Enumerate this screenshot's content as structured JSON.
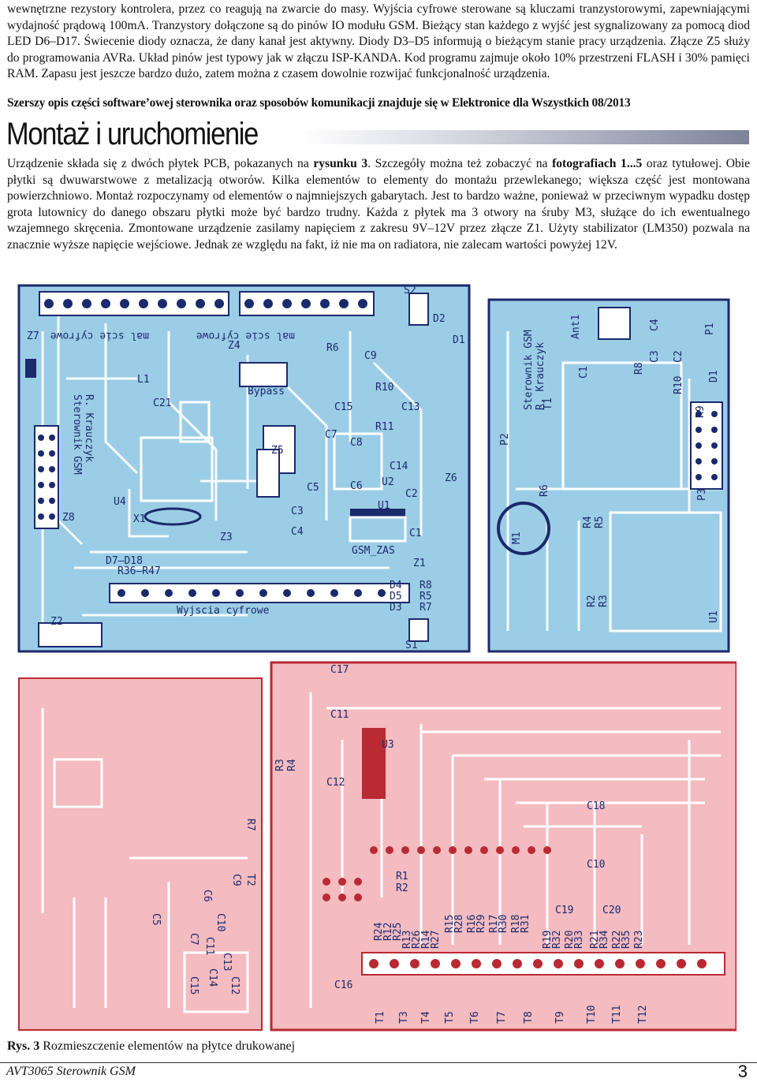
{
  "intro_paragraph": "wewnętrzne rezystory kontrolera, przez co reagują na zwarcie do masy. Wyjścia cyfrowe sterowane są kluczami tranzystorowymi, zapewniającymi wydajność prądową 100mA. Tranzystory dołączone są do pinów IO modułu GSM. Bieżący stan każdego z wyjść jest sygnalizowany za pomocą diod LED D6–D17. Świecenie diody oznacza, że dany kanał jest aktywny. Diody D3–D5 informują o bieżącym stanie pracy urządzenia. Złącze Z5 służy do programowania AVRa. Układ pinów jest typowy jak w złączu ISP-KANDA. Kod programu zajmuje około 10% przestrzeni FLASH i 30% pamięci RAM. Zapasu jest jeszcze bardzo dużo, zatem można z czasem dowolnie rozwijać funkcjonalność urządzenia.",
  "bold_note": "Szerszy opis części software’owej sterownika oraz sposobów komunikacji znajduje się w Elektronice dla Wszystkich 08/2013",
  "section_title": "Montaż i uruchomienie",
  "body": {
    "p1": "Urządzenie składa się z dwóch płytek PCB, pokazanych na ",
    "b1": "rysunku 3",
    "p2": ". Szczegóły można też zobaczyć na ",
    "b2": "fotografiach 1...5",
    "p3": " oraz tytułowej. Obie płytki są dwuwarstwowe z metalizacją otworów. Kilka elementów to elementy do montażu przewlekanego; większa część jest montowana powierzchniowo. Montaż rozpoczynamy od elementów o najmniejszych gabarytach. Jest to bardzo ważne, ponieważ w przeciwnym wypadku dostęp grota lutownicy do danego obszaru płytki może być bardzo trudny. Każda z płytek ma 3 otwory na śruby M3, służące do ich ewentualnego wzajemnego skręcenia. Zmontowane urządzenie zasilamy napięciem z zakresu 9V–12V przez złącze Z1. Użyty stabilizator (LM350) pozwala na znacznie wyższe napięcie wejściowe. Jednak ze względu na fakt, iż nie ma on radiatora, nie zalecam wartości powyżej 12V."
  },
  "pcb_top": {
    "silk_texts": [
      "mal scie cyfrowe",
      "Sterownik GSM",
      "R. Krauczyk",
      "Bypass",
      "Wyjscia cyfrowe",
      "GSM_ZAS",
      "Sterownik GSM",
      "R. Krauczyk",
      "Ant1"
    ],
    "labels": [
      "Z7",
      "Z4",
      "L1",
      "C21",
      "R6",
      "C9",
      "R10",
      "C15",
      "C13",
      "R11",
      "C7",
      "C8",
      "C14",
      "Z5",
      "U2",
      "C6",
      "C5",
      "C3",
      "C4",
      "U1",
      "C2",
      "C1",
      "Z6",
      "Z1",
      "U4",
      "X1",
      "Z8",
      "Z3",
      "D7–D18",
      "R36–R47",
      "D4",
      "D5",
      "D3",
      "R8",
      "R5",
      "R7",
      "Z2",
      "S1",
      "S2",
      "D2",
      "D1",
      "C4",
      "C3",
      "C2",
      "C1",
      "R8",
      "R10",
      "D1",
      "R9",
      "P1",
      "P2",
      "R6",
      "P3",
      "M1",
      "R4",
      "R5",
      "R2",
      "R3",
      "U1",
      "T1"
    ]
  },
  "pcb_bottom": {
    "labels": [
      "C17",
      "C11",
      "U3",
      "R3",
      "R4",
      "C12",
      "R7",
      "T2",
      "C9",
      "C6",
      "C5",
      "C10",
      "C11",
      "C7",
      "C13",
      "C14",
      "C15",
      "C12",
      "C18",
      "C10",
      "R1",
      "R2",
      "R24",
      "R12",
      "R25",
      "R13",
      "R26",
      "R14",
      "R27",
      "R15",
      "R28",
      "R16",
      "R29",
      "R17",
      "R30",
      "R18",
      "R31",
      "C19",
      "C20",
      "R19",
      "R32",
      "R20",
      "R33",
      "R21",
      "R34",
      "R22",
      "R35",
      "R23",
      "C16",
      "T1",
      "T3",
      "T4",
      "T5",
      "T6",
      "T7",
      "T8",
      "T9",
      "T10",
      "T11",
      "T12"
    ]
  },
  "caption": {
    "bold": "Rys. 3",
    "text": " Rozmieszczenie elementów na płytce drukowanej"
  },
  "footer": {
    "left": "AVT3065  Sterownik GSM",
    "page": "3"
  }
}
